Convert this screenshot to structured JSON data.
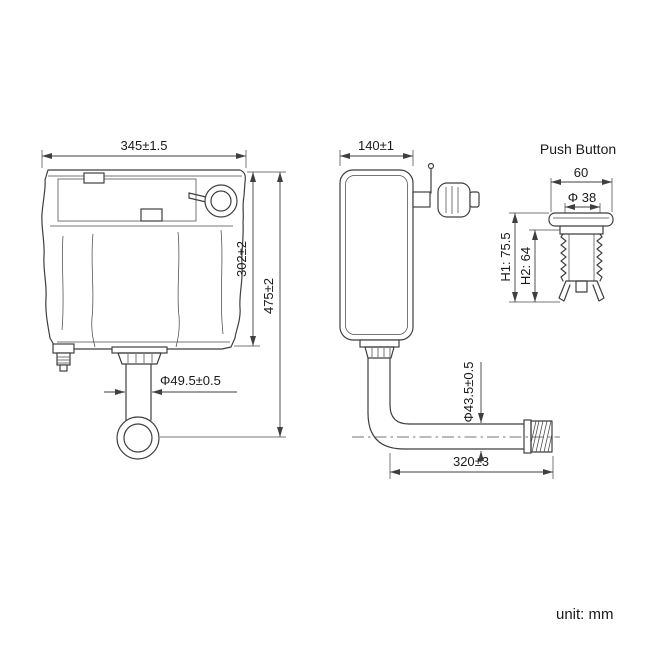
{
  "style": {
    "line_color": "#3f3f3f",
    "text_color": "#1a1a1a",
    "background": "#ffffff"
  },
  "unit_note": "unit: mm",
  "front_view": {
    "width_dim": "345±1.5",
    "tank_height_dim": "302±2",
    "total_height_dim": "475±2",
    "outlet_diameter_dim": "Φ49.5±0.5"
  },
  "side_view": {
    "depth_dim": "140±1",
    "pipe_diameter_dim": "Φ43.5±0.5",
    "pipe_length_dim": "320±3"
  },
  "push_button": {
    "title": "Push Button",
    "width_dim": "60",
    "diameter_dim": "Φ 38",
    "height1_dim": "H1: 75.5",
    "height2_dim": "H2: 64"
  }
}
